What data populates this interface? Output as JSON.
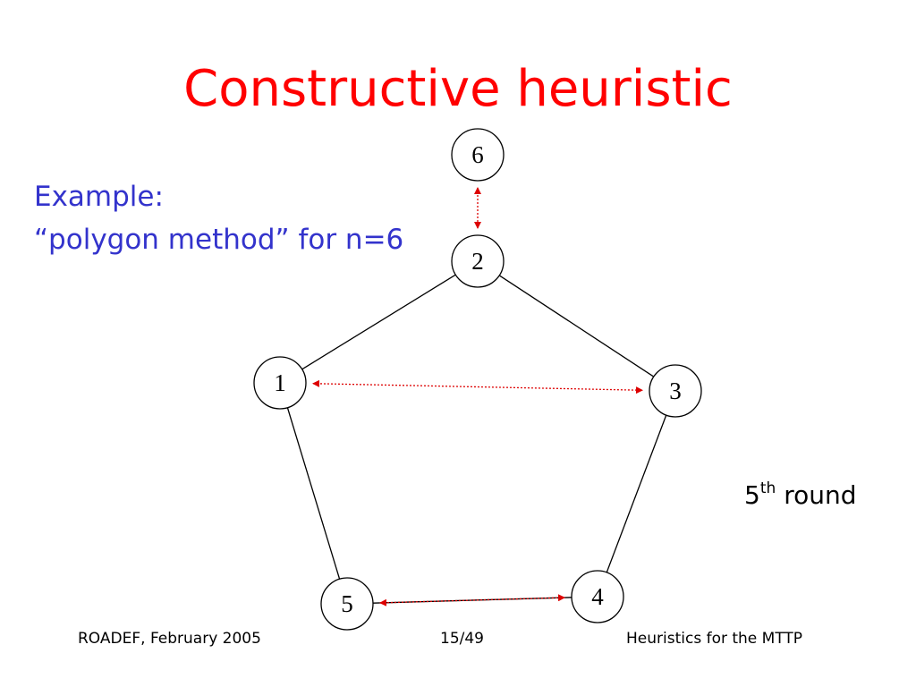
{
  "slide": {
    "title": "Constructive heuristic",
    "title_color": "#ff0000",
    "example_line1": "Example:",
    "example_line2": "“polygon method” for n=6",
    "example_color": "#3333cc",
    "round_number": "5",
    "round_suffix": "th",
    "round_word": "round"
  },
  "diagram": {
    "nodes": [
      {
        "id": "6",
        "label": "6"
      },
      {
        "id": "2",
        "label": "2"
      },
      {
        "id": "1",
        "label": "1"
      },
      {
        "id": "3",
        "label": "3"
      },
      {
        "id": "5",
        "label": "5"
      },
      {
        "id": "4",
        "label": "4"
      }
    ],
    "polygon_edges": [
      [
        "2",
        "1"
      ],
      [
        "2",
        "3"
      ],
      [
        "1",
        "5"
      ],
      [
        "3",
        "4"
      ],
      [
        "5",
        "4"
      ]
    ],
    "matchings": [
      [
        "6",
        "2"
      ],
      [
        "1",
        "3"
      ],
      [
        "5",
        "4"
      ]
    ],
    "matching_color": "#dd0000"
  },
  "footer": {
    "left": "ROADEF, February 2005",
    "center": "15/49",
    "right": "Heuristics for the MTTP"
  }
}
